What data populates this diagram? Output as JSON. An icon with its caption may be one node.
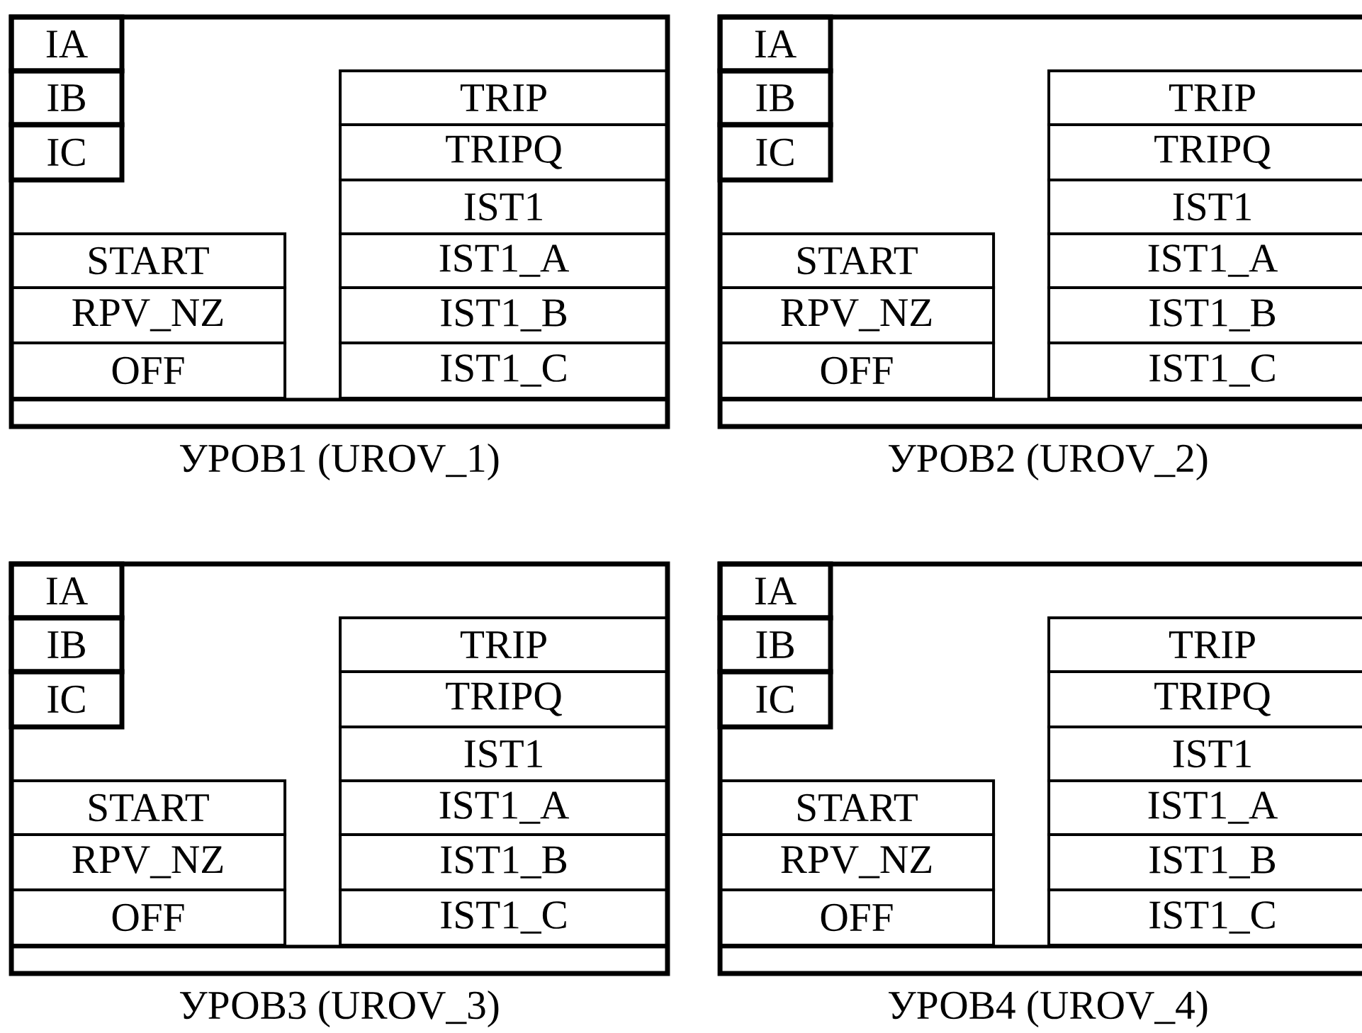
{
  "diagram": {
    "nodes": [
      {
        "text": [
          "УРОВ1 (UROV_1)"
        ]
      },
      {
        "text": [
          "IA"
        ],
        "in": 0
      },
      {
        "text": [
          "IB"
        ],
        "in": 0
      },
      {
        "text": [
          "IC"
        ],
        "in": 0
      },
      {
        "text": [
          "START"
        ],
        "in": 0
      },
      {
        "text": [
          "RPV_NZ"
        ],
        "in": 0
      },
      {
        "text": [
          "OFF"
        ],
        "in": 0
      },
      {
        "text": [
          "TRIP"
        ],
        "in": 0
      },
      {
        "text": [
          "TRIPQ"
        ],
        "in": 0
      },
      {
        "text": [
          "IST1"
        ],
        "in": 0
      },
      {
        "text": [
          "IST1_A"
        ],
        "in": 0
      },
      {
        "text": [
          "IST1_B"
        ],
        "in": 0
      },
      {
        "text": [
          "IST1_C"
        ],
        "in": 0
      },
      {
        "text": [
          "УРОВ2 (UROV_2)"
        ]
      },
      {
        "text": [
          "IA"
        ],
        "in": 13
      },
      {
        "text": [
          "IB"
        ],
        "in": 13
      },
      {
        "text": [
          "IC"
        ],
        "in": 13
      },
      {
        "text": [
          "START"
        ],
        "in": 13
      },
      {
        "text": [
          "RPV_NZ"
        ],
        "in": 13
      },
      {
        "text": [
          "OFF"
        ],
        "in": 13
      },
      {
        "text": [
          "TRIP"
        ],
        "in": 13
      },
      {
        "text": [
          "TRIPQ"
        ],
        "in": 13
      },
      {
        "text": [
          "IST1"
        ],
        "in": 13
      },
      {
        "text": [
          "IST1_A"
        ],
        "in": 13
      },
      {
        "text": [
          "IST1_B"
        ],
        "in": 13
      },
      {
        "text": [
          "IST1_C"
        ],
        "in": 13
      },
      {
        "text": [
          "УРОВ3 (UROV_3)"
        ]
      },
      {
        "text": [
          "IA"
        ],
        "in": 26
      },
      {
        "text": [
          "IB"
        ],
        "in": 26
      },
      {
        "text": [
          "IC"
        ],
        "in": 26
      },
      {
        "text": [
          "START"
        ],
        "in": 26
      },
      {
        "text": [
          "RPV_NZ"
        ],
        "in": 26
      },
      {
        "text": [
          "OFF"
        ],
        "in": 26
      },
      {
        "text": [
          "TRIP"
        ],
        "in": 26
      },
      {
        "text": [
          "TRIPQ"
        ],
        "in": 26
      },
      {
        "text": [
          "IST1"
        ],
        "in": 26
      },
      {
        "text": [
          "IST1_A"
        ],
        "in": 26
      },
      {
        "text": [
          "IST1_B"
        ],
        "in": 26
      },
      {
        "text": [
          "IST1_C"
        ],
        "in": 26
      },
      {
        "text": [
          "УРОВ4 (UROV_4)"
        ]
      },
      {
        "text": [
          "IA"
        ],
        "in": 39
      },
      {
        "text": [
          "IB"
        ],
        "in": 39
      },
      {
        "text": [
          "IC"
        ],
        "in": 39
      },
      {
        "text": [
          "START"
        ],
        "in": 39
      },
      {
        "text": [
          "RPV_NZ"
        ],
        "in": 39
      },
      {
        "text": [
          "OFF"
        ],
        "in": 39
      },
      {
        "text": [
          "TRIP"
        ],
        "in": 39
      },
      {
        "text": [
          "TRIPQ"
        ],
        "in": 39
      },
      {
        "text": [
          "IST1"
        ],
        "in": 39
      },
      {
        "text": [
          "IST1_A"
        ],
        "in": 39
      },
      {
        "text": [
          "IST1_B"
        ],
        "in": 39
      },
      {
        "text": [
          "IST1_C"
        ],
        "in": 39
      }
    ]
  }
}
